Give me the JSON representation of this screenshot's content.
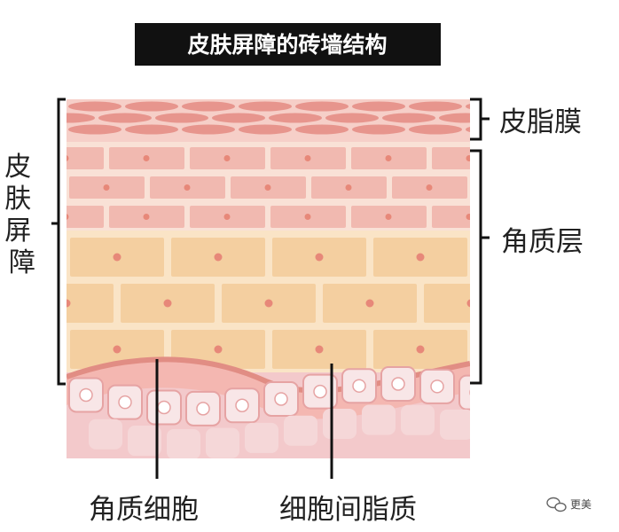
{
  "title": "皮肤屏障的砖墙结构",
  "labels": {
    "left_vertical": "皮肤屏障",
    "right_top": "皮脂膜",
    "right_middle": "角质层",
    "bottom_left": "角质细胞",
    "bottom_right": "细胞间脂质"
  },
  "watermark": {
    "icon": "wechat-icon",
    "text": "更美"
  },
  "colors": {
    "title_bg": "#111111",
    "sebum_band": "#f0b7b0",
    "sebum_lens": "#e48b82",
    "upper_brick": "#f1b9b0",
    "upper_mortar": "#f9e1d6",
    "lower_brick": "#f4cfa0",
    "lower_mortar": "#fae4c6",
    "dot": "#e78879",
    "base_cell_fill": "#f8e6e7",
    "base_cell_bg": "#f3c9cb",
    "wave_band": "#e18d84",
    "bracket": "#111111"
  }
}
